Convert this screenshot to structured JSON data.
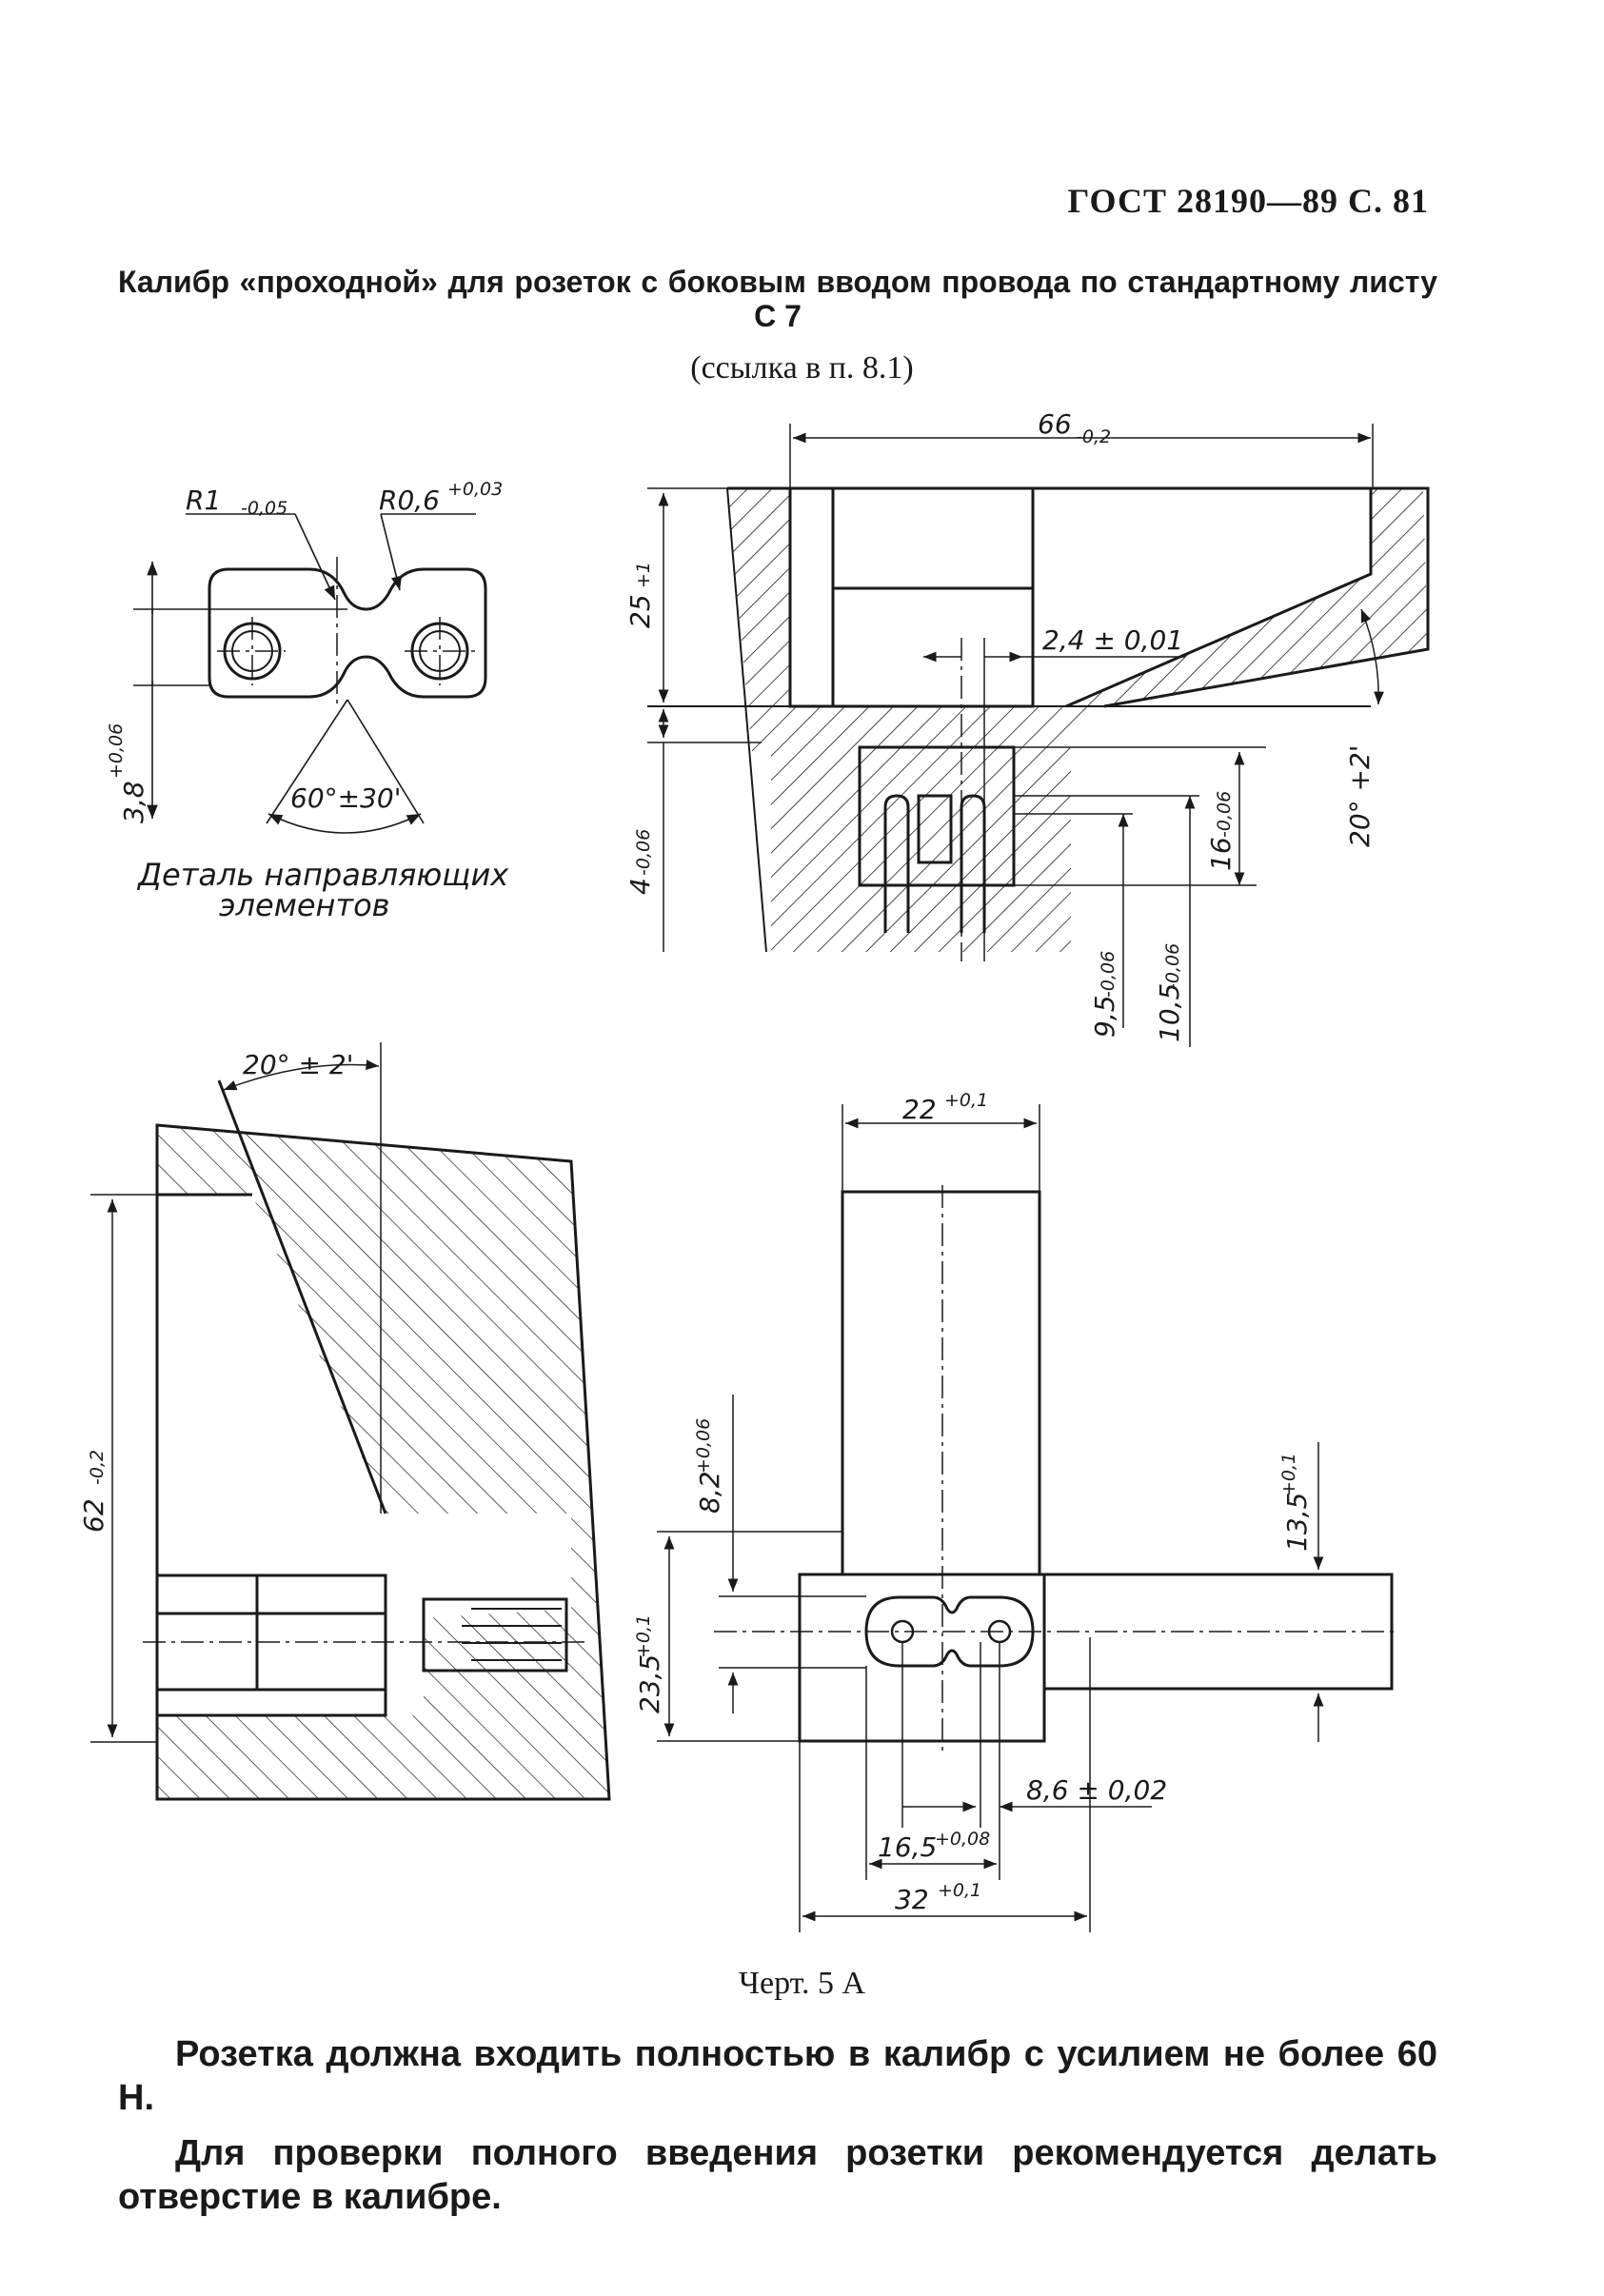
{
  "header": "ГОСТ 28190—89 С. 81",
  "title": "Калибр «проходной» для розеток с боковым вводом провода по стандартному листу С 7",
  "reference": "(ссылка в п. 8.1)",
  "detail": {
    "caption_line1": "Деталь направляющих",
    "caption_line2": "элементов",
    "r1": "R1",
    "r1_tol": "-0,05",
    "r2": "R0,6",
    "r2_tol": "+0,03",
    "height": "3,8",
    "height_tol": "+0,06",
    "angle": "60°±30'"
  },
  "top_view": {
    "width": "66",
    "width_tol": "-0,2",
    "depth": "25",
    "depth_tol": "+1",
    "gap": "2,4 ± 0,01",
    "angle": "20° +2'",
    "d4": "4",
    "d4_tol": "-0,06",
    "d16": "16",
    "d16_tol": "-0,06",
    "d95": "9,5",
    "d95_tol": "-0,06",
    "d105": "10,5",
    "d105_tol": "-0,06"
  },
  "side_view": {
    "angle": "20° ± 2'",
    "height": "62",
    "height_tol": "-0,2"
  },
  "front_view": {
    "w22": "22",
    "w22_tol": "+0,1",
    "h82": "8,2",
    "h82_tol": "+0,06",
    "h135": "13,5",
    "h135_tol": "+0,1",
    "h235": "23,5",
    "h235_tol": "+0,1",
    "w86": "8,6 ± 0,02",
    "w165": "16,5",
    "w165_tol": "+0,08",
    "w32": "32",
    "w32_tol": "+0,1"
  },
  "figure_caption": "Черт. 5 А",
  "paragraphs": [
    "Розетка должна входить полностью в калибр с усилием не более 60 Н.",
    "Для проверки полного введения розетки рекомендуется делать отверстие в калибре."
  ]
}
